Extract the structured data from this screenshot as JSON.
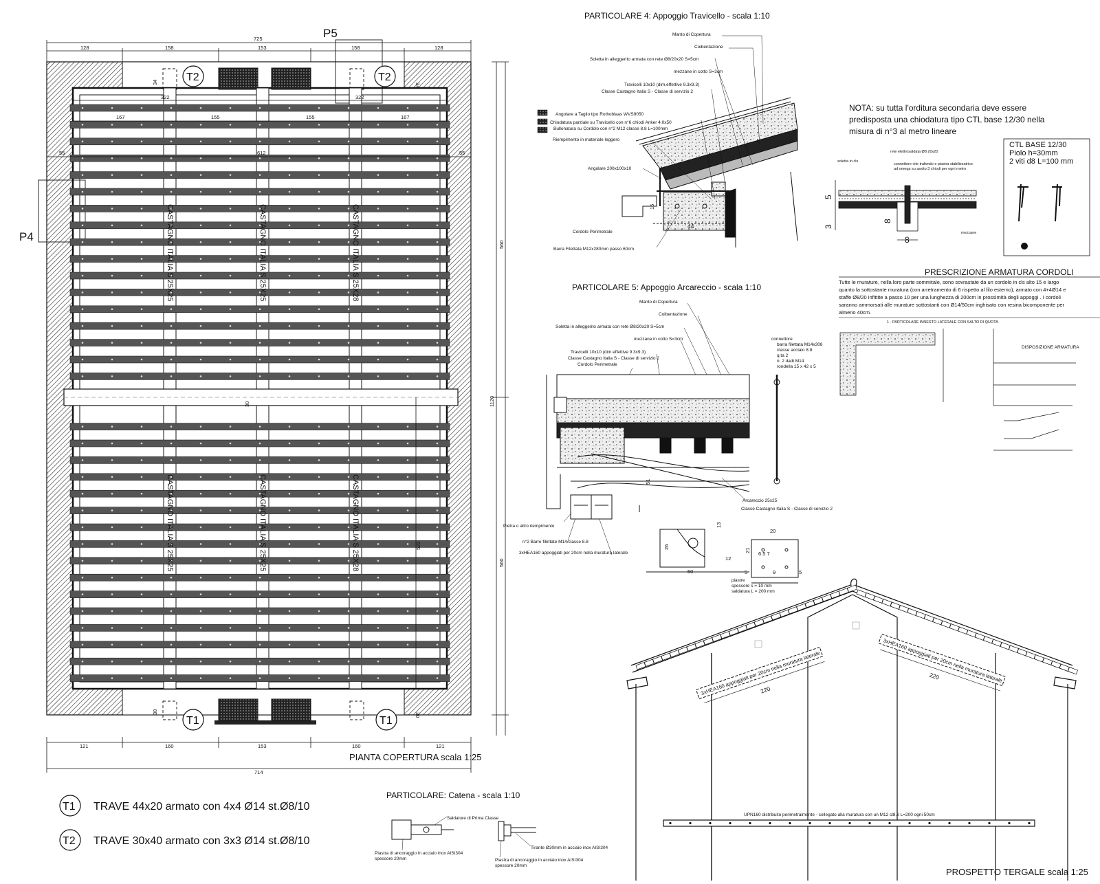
{
  "plan": {
    "label_p5": "P5",
    "label_p4": "P4",
    "dim_total_top": "725",
    "dim_top": [
      "128",
      "158",
      "153",
      "158",
      "128"
    ],
    "dim_322": "322",
    "dim_167": "167",
    "dim_155": "155",
    "dim_612": "612",
    "dim_55": "55",
    "dim_34": "34",
    "dim_30": "30",
    "dim_522": "522",
    "dim_560": "560",
    "dim_1120": "1120",
    "dim_bottom": [
      "121",
      "160",
      "153",
      "160",
      "121"
    ],
    "dim_total_bottom": "714",
    "beam_t1": "T1",
    "beam_t2": "T2",
    "beam_label_25": "CASTAGNO ITALIA S 25X25",
    "beam_label_28": "CASTAGNO ITALIA S 25X28",
    "title": "PIANTA COPERTURA scala 1:25"
  },
  "legend": {
    "t1_code": "T1",
    "t1_text": "TRAVE 44x20 armato con 4x4 Ø14 st.Ø8/10",
    "t2_code": "T2",
    "t2_text": "TRAVE 30x40 armato con 3x3 Ø14 st.Ø8/10"
  },
  "detail4": {
    "title": "PARTICOLARE 4: Appoggio Travicello - scala 1:10",
    "manto": "Manto di Copertura",
    "coib": "Coibentazione",
    "soletta": "Soletta in alleggerito armata con rete Ø8/20x20 S=5cm",
    "mezzane": "mezzane in cotto S=3cm",
    "trav1": "Travicelli 10x10 (dim.effettive 9.3x9.3)",
    "trav2": "Classe Castagno Italia S - Classe di servizio 2",
    "ang1": "Angolare  a Taglio tipo Rothoblaas WVS9050",
    "ang2": "Chiodatura parziale su Travicello con n°6 chiodi Anker 4.0x50",
    "ang3": "Bullonatura su Cordolo con n°2 M12 classe 8.8 L=100mm",
    "riemp": "Riempimento in materiale leggero",
    "angolare": "Angolare 200x100x10",
    "dim15": "15",
    "dim44": "44",
    "cordolo": "Cordolo Perimetrale",
    "barra": "Barra Filettata M12x280mm passo 60cm"
  },
  "note": {
    "line1": "NOTA: su tutta l'orditura secondaria deve essere",
    "line2": "predisposta una chiodatura tipo CTL base 12/30 nella",
    "line3": "misura di n°3 al metro lineare",
    "rete": "rete elettrosaldata Ø8 20x20",
    "soletta": "soletta in cls",
    "conn1": "connettore vite trafondo  e piastra stabilizzatrice",
    "conn2": "ad omega su assito:3 chiodi per ogni metro",
    "mezzane": "mezzane",
    "d5": "5",
    "d3": "3",
    "d8a": "8",
    "d8b": "8",
    "ctl1": "CTL BASE 12/30",
    "ctl2": "Piolo h=30mm",
    "ctl3": "2 viti d8 L=100 mm"
  },
  "prescr": {
    "title": "PRESCRIZIONE ARMATURA CORDOLI",
    "l1": "Tutte le murature, nella loro parte sommitale, sono sovrastate da un cordolo in cls alto 15 e largo",
    "l2": "quanto la sottostante muratura (con arretramento di 6 rispetto al filo esterno), armato con 4+4Ø14 e",
    "l3": "staffe Ø8/20 infittite a passo 10 per una lunghezza di 200cm in prossimità degli appoggi .  I cordoli",
    "l4": "saranno ammorsati alle murature sottostanti con Ø14/50cm inghisato con resina bicomponente per",
    "l5": "almeno 40cm.",
    "sub": "1 - PARTICOLARE INNESTO LATERALE CON SALTO DI QUOTA",
    "disp": "DISPOSIZIONE ARMATURA"
  },
  "detail5": {
    "title": "PARTICOLARE 5: Appoggio Arcareccio - scala 1:10",
    "manto": "Manto di Copertura",
    "coib": "Coibentazione",
    "soletta": "Soletta in alleggerito armata con rete Ø8/20x20 S=5cm",
    "mezzane": "mezzane in cotto S=3cm",
    "trav1": "Travicelli 10x10 (dim effettive 9.3x9.3)",
    "trav2": "Classe Castagno Italia S - Classe di servizio 2",
    "cordolo": "Cordolo Perimetrale",
    "conn1": "connettore",
    "conn2": "barra filettata M14x308",
    "conn3": "classe acciaio 8.8",
    "conn4": "q.ta  2",
    "conn5": "n. 2 dadi M14",
    "conn6": "rondella 15 x 42 x 5",
    "arc1": "Arcareccio 25x25",
    "arc2": "Classe Castagno Italia S - Classe di servizio 2",
    "pietra": "Pietra o altro riempimento",
    "barre": "n°2 Barre filettate M14 classe 8.8",
    "hea": "3xHEA160 appoggiati per 20cm nella muratura laterale",
    "d51": "51",
    "d13": "13",
    "d26": "26",
    "d12": "12",
    "d50": "50",
    "d20": "20",
    "d21": "21",
    "d657": "6.5 7",
    "d5a": "5",
    "d9": "9",
    "d5b": "5",
    "p1": "piastre",
    "p2": "spessore s = 10 mm",
    "p3": "saldatura L = 200 mm"
  },
  "catena": {
    "title": "PARTICOLARE: Catena - scala 1:10",
    "sald": "Saldature di Prima Classe",
    "piastra1a": "Piastra di ancoraggio in acciaio inox AISI304",
    "piastra1b": "spessore 20mm",
    "piastra2a": "Piastra di ancoraggio in acciaio inox AISI304",
    "piastra2b": "spessore 20mm",
    "tirante": "Tirante Ø30mm in acciaio inox AISI304"
  },
  "elev": {
    "hea_left": "3xHEA160 appoggiati per 20cm nella muratura laterale",
    "hea_right": "3xHEA160 appoggiati per 20cm nella muratura laterale",
    "d220a": "220",
    "d220b": "220",
    "upn": "UPN160 distribuito perimetralmente - collegato alla muratura con un M12 cl8.8 L=200 ogni 50cm",
    "title": "PROSPETTO TERGALE scala 1:25"
  }
}
